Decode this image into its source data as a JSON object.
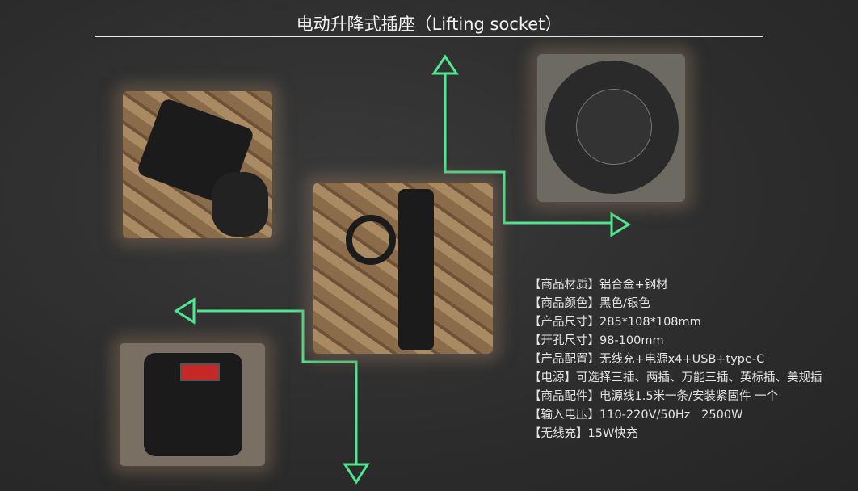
{
  "title": "电动升降式插座（Lifting  socket）",
  "colors": {
    "accent": "#4de88f",
    "background": "#2e2e2e"
  },
  "specs": [
    {
      "label": "【商品材质】",
      "value": "铝合金+钢材"
    },
    {
      "label": "【商品颜色】",
      "value": "黑色/银色"
    },
    {
      "label": "【产品尺寸】",
      "value": "285*108*108mm"
    },
    {
      "label": "【开孔尺寸】",
      "value": "98-100mm"
    },
    {
      "label": "【产品配置】",
      "value": "无线充+电源x4+USB+type-C"
    },
    {
      "label": "【电源】",
      "value": "可选择三插、两插、万能三插、英标插、美规插"
    },
    {
      "label": "【商品配件】",
      "value": "电源线1.5米一条/安装紧固件 一个"
    },
    {
      "label": "【输入电压】",
      "value": "110-220V/50Hz   2500W"
    },
    {
      "label": "【无线充】",
      "value": "15W快充"
    }
  ]
}
